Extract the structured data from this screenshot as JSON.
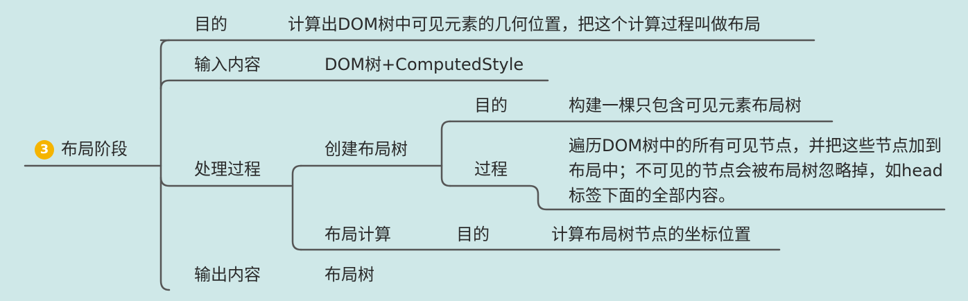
{
  "root": {
    "badge": "3",
    "label": "布局阶段"
  },
  "branches": {
    "purpose": {
      "label": "目的",
      "value": "计算出DOM树中可见元素的几何位置，把这个计算过程叫做布局"
    },
    "input": {
      "label": "输入内容",
      "value": "DOM树+ComputedStyle"
    },
    "process": {
      "label": "处理过程",
      "create_tree": {
        "label": "创建布局树",
        "purpose_label": "目的",
        "purpose_value": "构建一棵只包含可见元素布局树",
        "process_label": "过程",
        "process_value": "遍历DOM树中的所有可见节点，并把这些节点加到布局中；不可见的节点会被布局树忽略掉，如head标签下面的全部内容。"
      },
      "layout_calc": {
        "label": "布局计算",
        "purpose_label": "目的",
        "purpose_value": "计算布局树节点的坐标位置"
      }
    },
    "output": {
      "label": "输出内容",
      "value": "布局树"
    }
  },
  "colors": {
    "background": "#cfe8e8",
    "line": "#555555",
    "badge": "#f5b400"
  }
}
